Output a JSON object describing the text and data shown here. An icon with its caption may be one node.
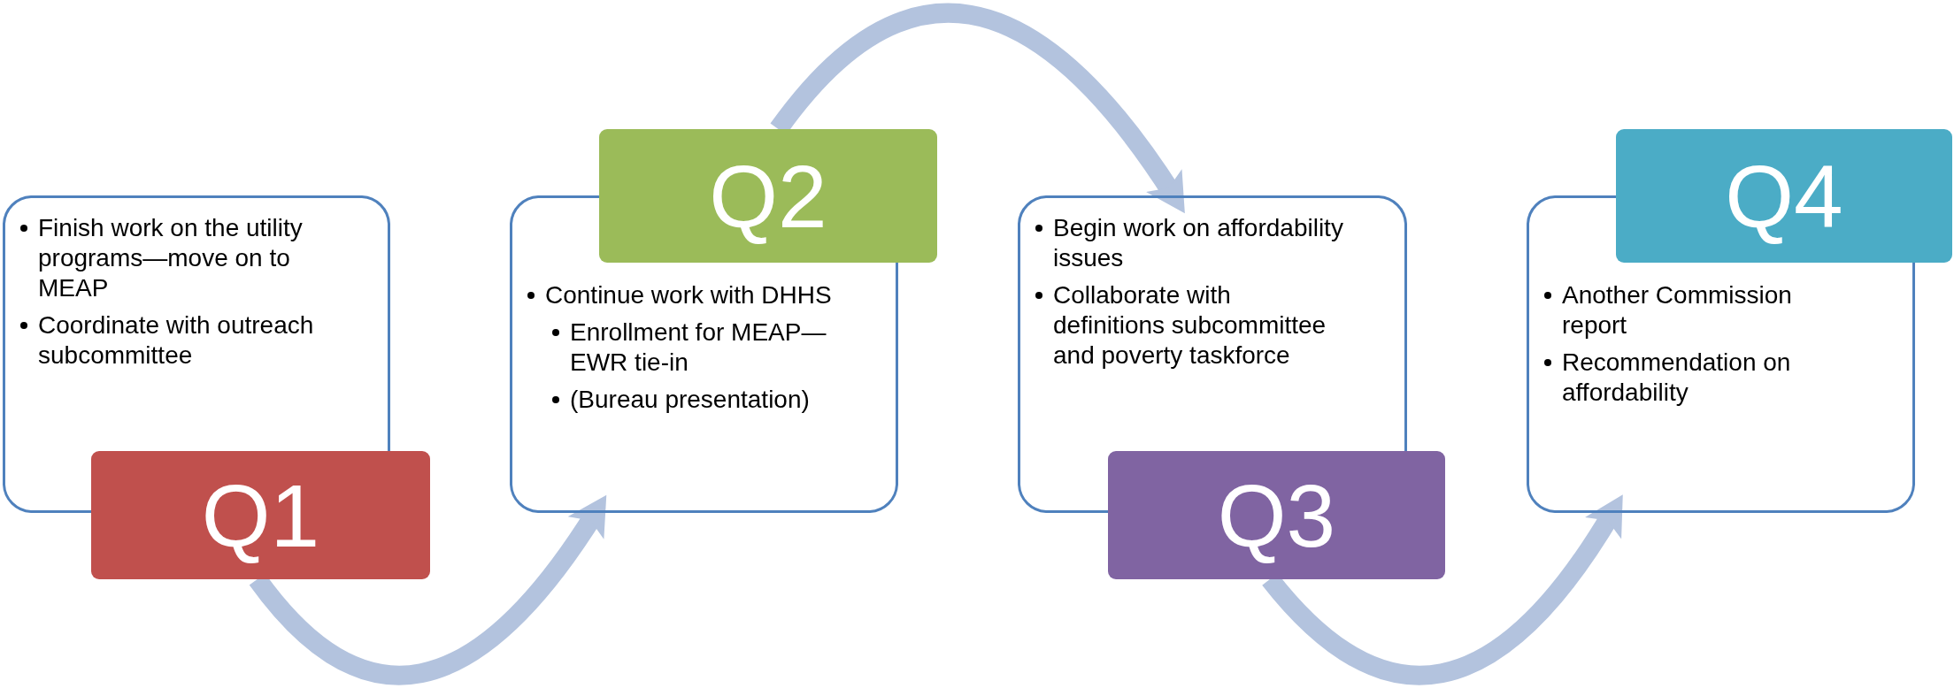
{
  "diagram": {
    "nodes": [
      {
        "text": [
          "Finish work on the utility programs—move on to MEAP",
          "Coordinate with outreach subcommittee"
        ]
      },
      {
        "text": [
          "Q1"
        ]
      },
      {
        "text": [
          "Continue work with DHHS",
          "Enrollment for MEAP—EWR tie-in",
          "(Bureau presentation)"
        ]
      },
      {
        "text": [
          "Q2"
        ]
      },
      {
        "text": [
          "Begin work on affordability issues",
          "Collaborate with definitions subcommittee and poverty taskforce"
        ]
      },
      {
        "text": [
          "Q3"
        ]
      },
      {
        "text": [
          "Another Commission report",
          "Recommendation on affordability"
        ]
      },
      {
        "text": [
          "Q4"
        ]
      }
    ],
    "edges": [
      {
        "from": 1,
        "to": 2,
        "arrow": "to"
      },
      {
        "from": 3,
        "to": 4,
        "arrow": "to"
      },
      {
        "from": 5,
        "to": 6,
        "arrow": "to"
      }
    ]
  }
}
